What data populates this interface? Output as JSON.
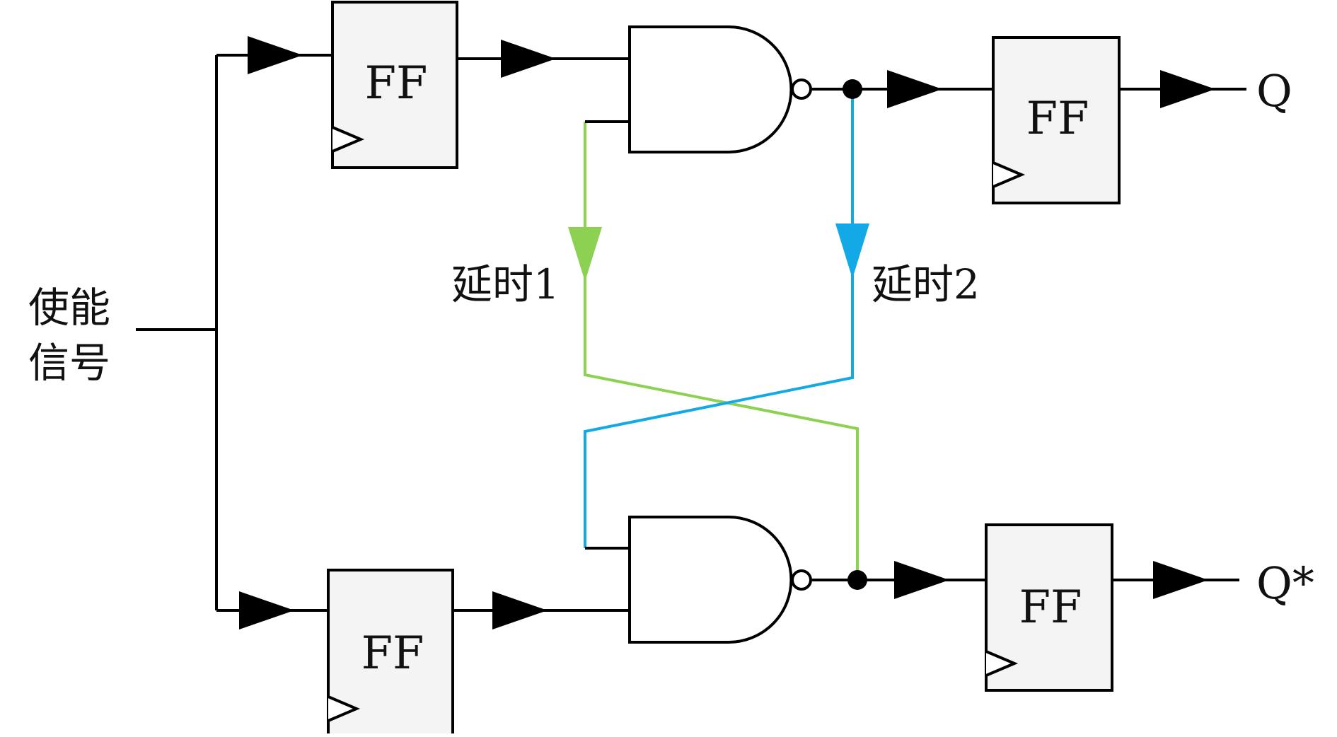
{
  "flipflops": {
    "ff1": "FF",
    "ff2": "FF",
    "ff3": "FF",
    "ff4": "FF"
  },
  "labels": {
    "enable_line1": "使能",
    "enable_line2": "信号",
    "delay1": "延时1",
    "delay2": "延时2",
    "output_q": "Q",
    "output_q_star": "Q*"
  },
  "colors": {
    "wire": "#000000",
    "delay1": "#8cd152",
    "delay2": "#12a9e6",
    "ff_fill": "#f4f4f4"
  }
}
